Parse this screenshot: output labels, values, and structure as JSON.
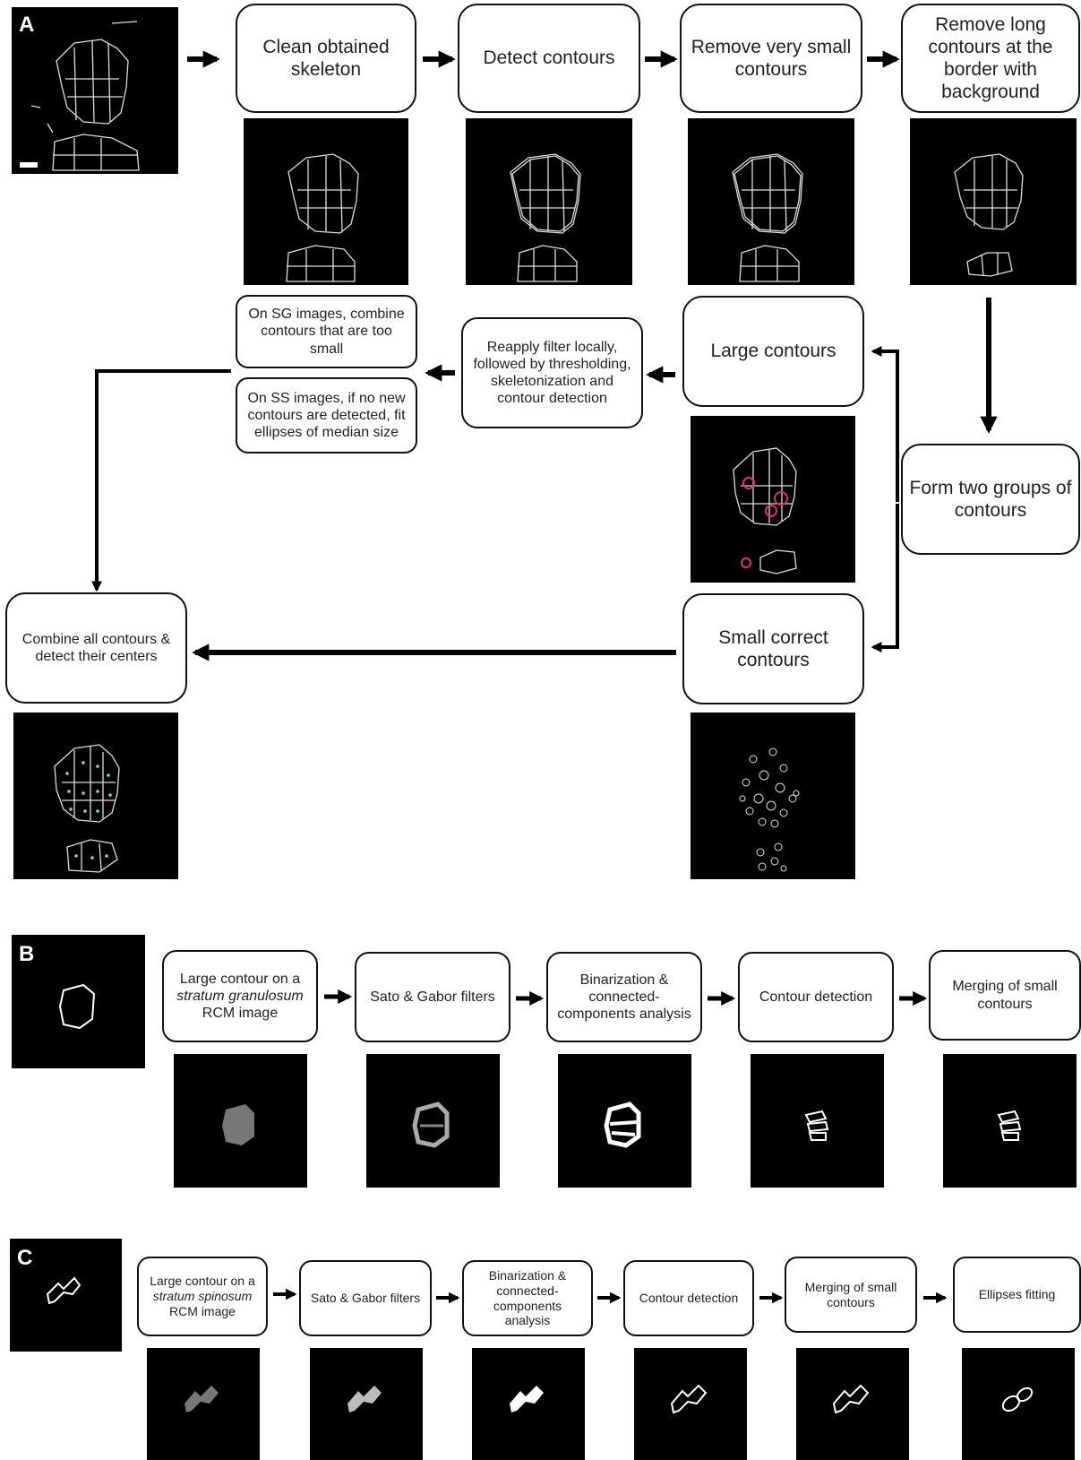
{
  "panelA": {
    "letter": "A",
    "clean": "Clean obtained skeleton",
    "detect": "Detect contours",
    "remove_small": "Remove very small contours",
    "remove_long": "Remove long contours at the border with background",
    "large": "Large contours",
    "reapply": "Reapply filter locally, followed by thresholding, skeletonization and contour detection",
    "sg": "On SG images, combine contours that are too small",
    "ss": "On SS images, if no new contours are detected, fit ellipses of median size",
    "form_two": "Form two groups of contours",
    "small_correct": "Small correct contours",
    "combine": "Combine all contours & detect their centers"
  },
  "panelB": {
    "letter": "B",
    "step1_pre": "Large contour on a",
    "step1_italic": "stratum granulosum",
    "step1_post": "RCM image",
    "step2": "Sato & Gabor filters",
    "step3": "Binarization & connected-components analysis",
    "step4": "Contour detection",
    "step5": "Merging of small contours"
  },
  "panelC": {
    "letter": "C",
    "step1_pre": "Large contour on a",
    "step1_italic": "stratum spinosum",
    "step1_post": "RCM image",
    "step2": "Sato & Gabor filters",
    "step3": "Binarization & connected-components analysis",
    "step4": "Contour detection",
    "step5": "Merging of small contours",
    "step6": "Ellipses fitting"
  },
  "colors": {
    "background": "#ffffff",
    "box_border": "#111111",
    "arrow": "#000000",
    "image_background": "#000000",
    "contour_white": "#dddddd",
    "highlight_pink": "#e0306a",
    "center_cyan": "#66e0e0"
  },
  "icons": [
    "right-arrow",
    "left-arrow",
    "down-arrow"
  ]
}
